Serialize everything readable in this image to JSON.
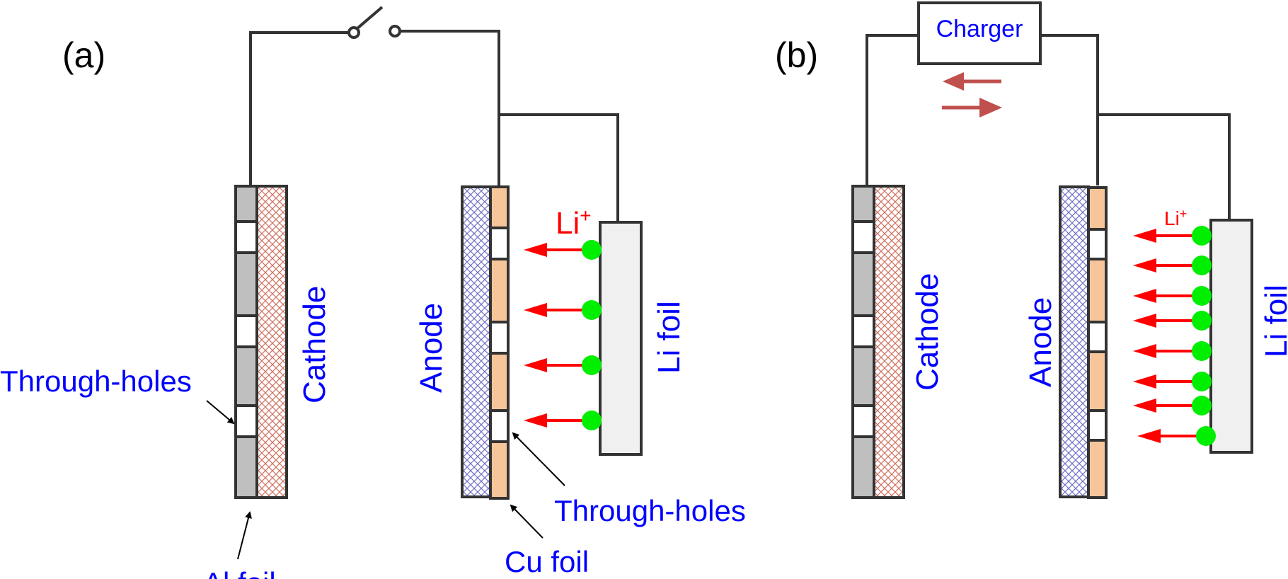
{
  "figure": {
    "panel_a": {
      "label": "(a)",
      "switch": "open",
      "cathode_label": "Cathode",
      "anode_label": "Anode",
      "li_foil_label": "Li foil",
      "ion_label": "Li",
      "ion_charge": "+",
      "ion_arrow_count": 4,
      "callouts": {
        "cathode_holes": "Through-holes",
        "al_foil": "Al foil",
        "anode_holes": "Through-holes",
        "cu_foil": "Cu foil"
      }
    },
    "panel_b": {
      "label": "(b)",
      "charger_label": "Charger",
      "cathode_label": "Cathode",
      "anode_label": "Anode",
      "li_foil_label": "Li foil",
      "ion_label": "Li",
      "ion_charge": "+",
      "ion_arrow_count": 8
    },
    "colors": {
      "label_text": "#0000ff",
      "ion_arrow": "#ff0000",
      "ion_dot": "#00ee00",
      "current_arrow": "#c0504d",
      "al_foil": "#bfbfbf",
      "cu_foil": "#f7c59a",
      "cathode_hatch": "#d07060",
      "anode_hatch": "#7070c8",
      "li_foil": "#f0f0f0",
      "outline": "#333333"
    }
  }
}
